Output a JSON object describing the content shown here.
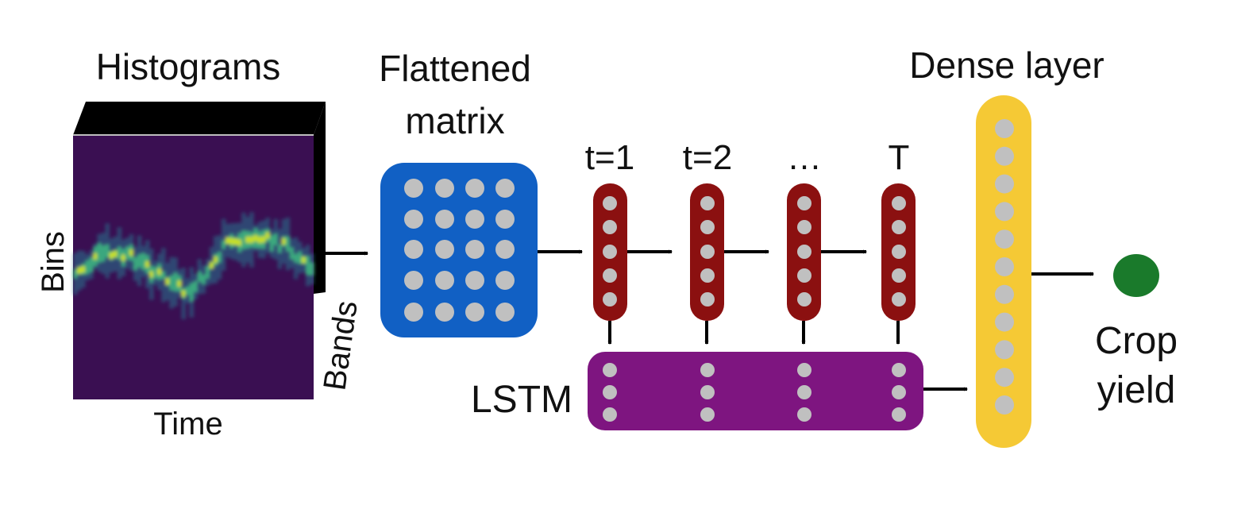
{
  "labels": {
    "histograms": "Histograms",
    "flattened_line1": "Flattened",
    "flattened_line2": "matrix",
    "bins": "Bins",
    "time": "Time",
    "bands": "Bands",
    "t1": "t=1",
    "t2": "t=2",
    "ellipsis": "…",
    "T": "T",
    "lstm": "LSTM",
    "dense": "Dense layer",
    "crop_line1": "Crop",
    "crop_line2": "yield"
  },
  "colors": {
    "histogram_bg": "#3a0f52",
    "histogram_signal": "#3ba87e",
    "histogram_peak": "#c8e020",
    "cube_side": "#000000",
    "flattened_box": "#1160c4",
    "node": "#c0c0c0",
    "timestep_cell": "#8b1010",
    "lstm_box": "#7e1580",
    "dense_bar": "#f5c935",
    "output_node": "#1a7a2b",
    "arrow": "#000000"
  },
  "flattened_matrix": {
    "rows": 5,
    "cols": 4
  },
  "timestep_nodes": 5,
  "lstm_nodes_per_column": 3,
  "dense_nodes": 11
}
